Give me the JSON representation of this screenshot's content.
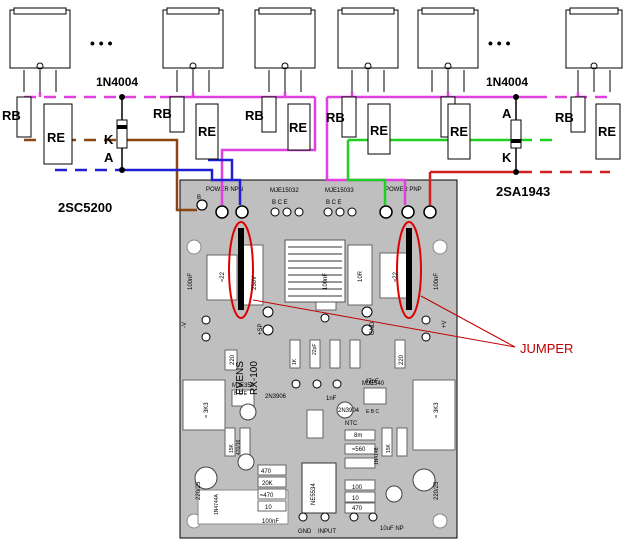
{
  "labels": {
    "diode_left": "1N4004",
    "diode_right": "1N4004",
    "transistor_left": "2SC5200",
    "transistor_right": "2SA1943",
    "rb": "RB",
    "re": "RE",
    "k": "K",
    "a": "A",
    "jumper": "JUMPER",
    "dots": "• • •"
  },
  "board": {
    "b": "B",
    "power_npn": "POWER NPN",
    "mje_left": "MJE15032",
    "mje_right": "MJE15033",
    "power_pnp": "POWER PNP",
    "bce": "B C E",
    "ebc": "E B C",
    "title1": "EVENS",
    "title2": "RX-100",
    "mje350": "MJE350",
    "mje340": "MJE340",
    "q2n3906": "2N3906",
    "q2n3904": "2N3904",
    "ne5534": "NE5534",
    "ntc": "NTC",
    "gnd": "GND",
    "input": "INPUT",
    "v_minus": "-V",
    "v_plus": "+V",
    "sp": "+SP",
    "gnd2": "GND",
    "c100nf": "100nF",
    "c22": "≈22",
    "r10r": "10R",
    "r1k": "1K",
    "r3k3": "≈ 3K3",
    "r220": "220",
    "r470": "470",
    "r20k": "20K",
    "r470b": "≈470",
    "r10": "10",
    "r100": "100",
    "r15k": "15K",
    "c220_25": "220/25",
    "c47pf": "47pF",
    "c1nf": "1nF",
    "c22pf": "22pF",
    "c10uf_np": "10uF NP",
    "c470_16": "470/16",
    "r560": "≈560",
    "r8m": "8m",
    "r1n4148": "1N4148",
    "r1n4744a": "1N4744A",
    "r1k2": "1K",
    "c250v": "250V"
  }
}
